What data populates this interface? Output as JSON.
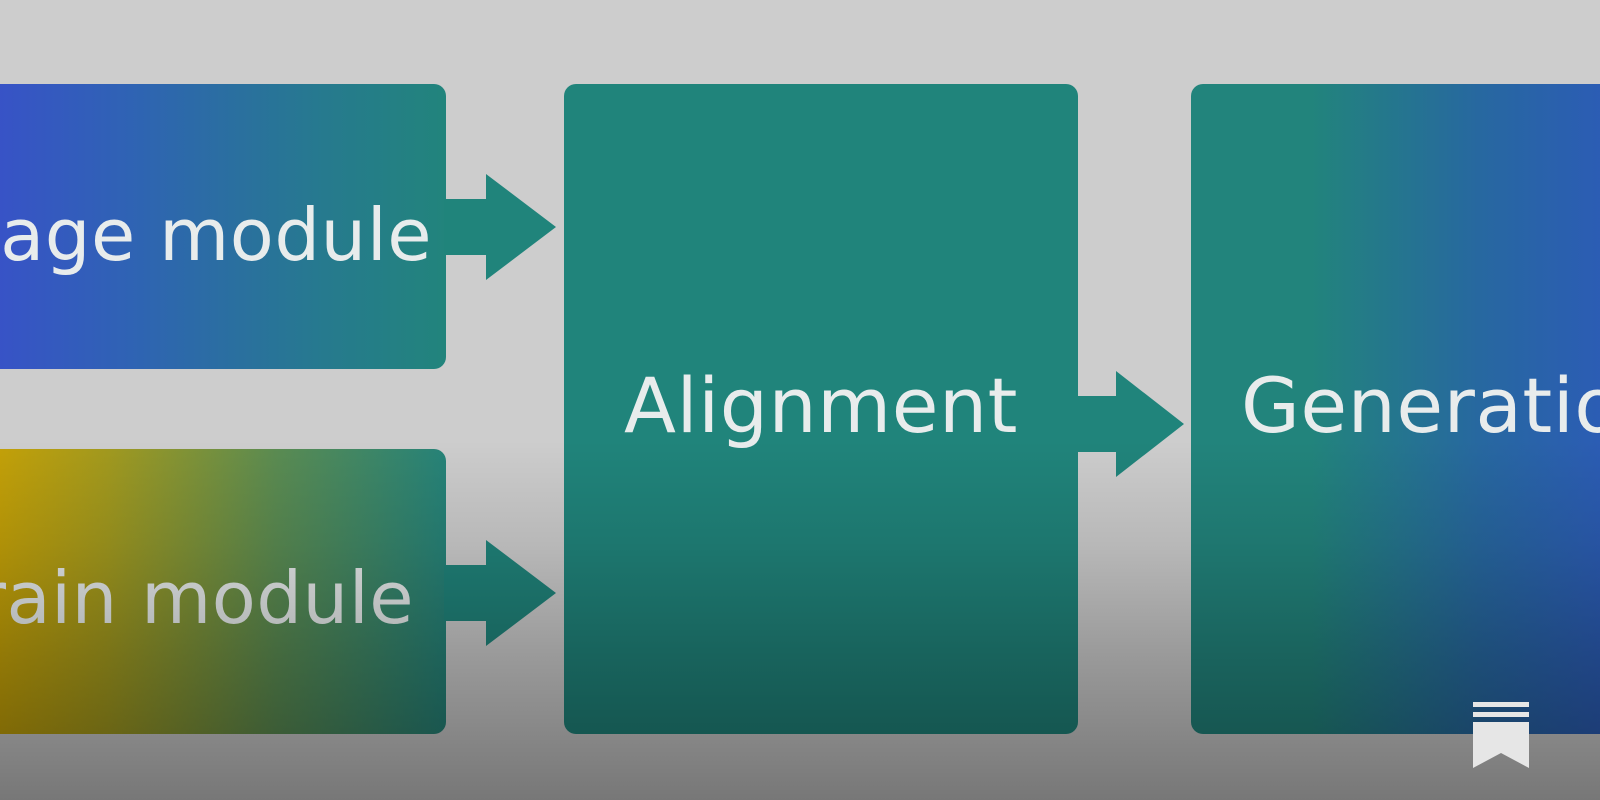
{
  "diagram": {
    "nodes": {
      "language_module": {
        "label": "age module"
      },
      "brain_module": {
        "label": "rain module"
      },
      "alignment": {
        "label": "Alignment"
      },
      "generation": {
        "label": "Generatio"
      }
    },
    "edges": [
      {
        "from": "language_module",
        "to": "alignment"
      },
      {
        "from": "brain_module",
        "to": "alignment"
      },
      {
        "from": "alignment",
        "to": "generation"
      }
    ],
    "colors": {
      "background": "#cdcdcd",
      "teal": "#20847b",
      "blue": "#3a4ecc",
      "gold": "#d0a400",
      "text": "#e8ecec"
    }
  },
  "overlay": {
    "icon": "bookmark-icon"
  }
}
